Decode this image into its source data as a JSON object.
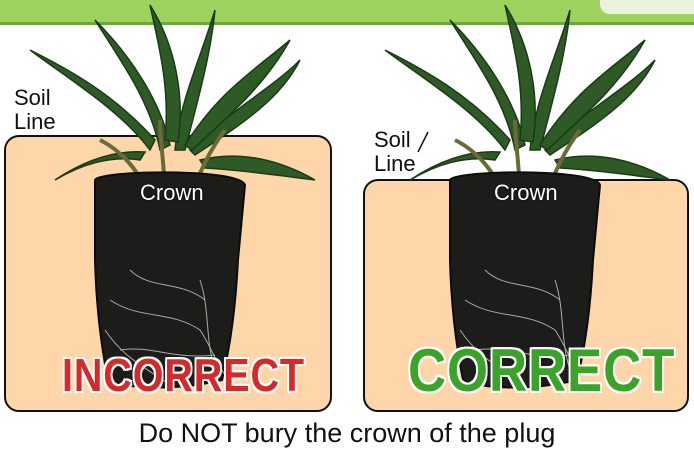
{
  "panels": {
    "incorrect": {
      "soil_line_label": [
        "Soil",
        "Line"
      ],
      "crown_label": "Crown",
      "verdict": "INCORRECT",
      "verdict_color": "#d62a2a"
    },
    "correct": {
      "soil_line_label": [
        "Soil",
        "Line"
      ],
      "crown_label": "Crown",
      "verdict": "CORRECT",
      "verdict_color": "#3aa32a"
    }
  },
  "soil_color": "#ffd5aa",
  "caption": "Do NOT bury the crown of the plug"
}
